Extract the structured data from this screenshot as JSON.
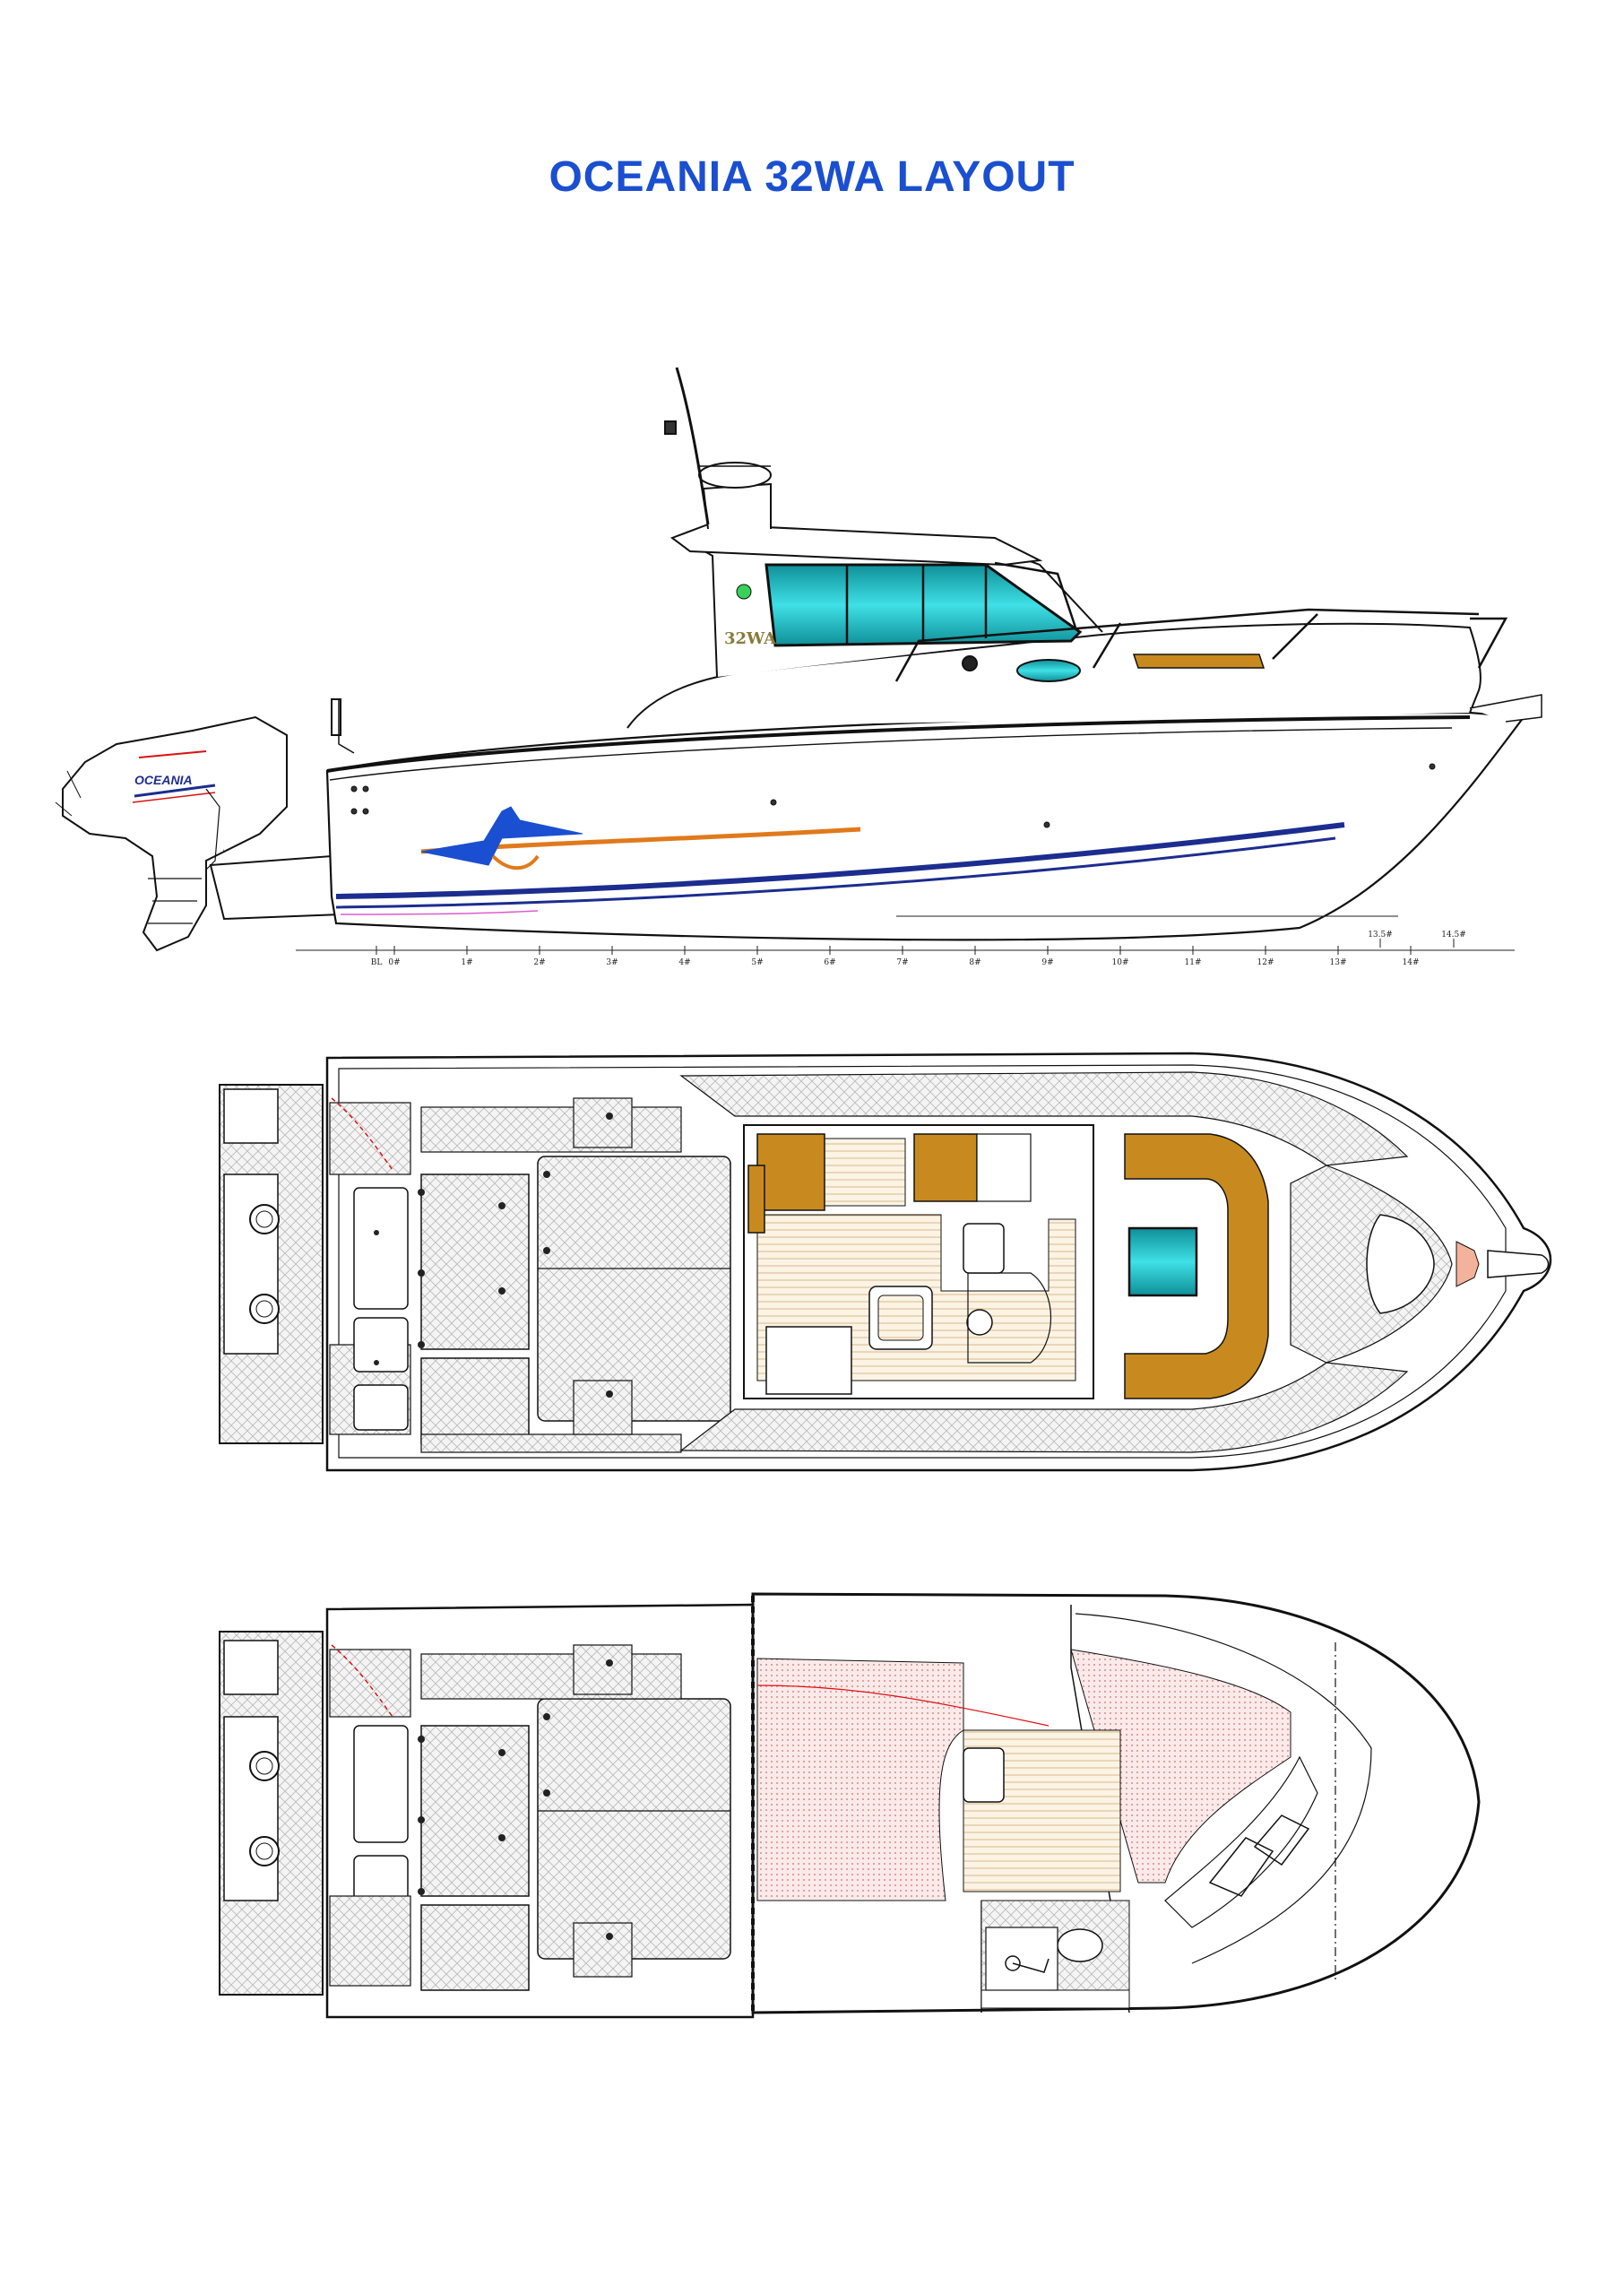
{
  "title": "OCEANIA 32WA LAYOUT",
  "hull_label": "32WA",
  "engine_brand": "OCEANIA",
  "station_labels": [
    "BL",
    "0#",
    "1#",
    "2#",
    "3#",
    "4#",
    "5#",
    "6#",
    "7#",
    "8#",
    "9#",
    "10#",
    "11#",
    "12#",
    "13#",
    "14#"
  ],
  "station_labels_upper": [
    "13.5#",
    "14.5#"
  ],
  "colors": {
    "title": "#1a4fd1",
    "glass": "#19c1c9",
    "cushion": "#c88a1e",
    "stripe_blue": "#1c2d8f",
    "stripe_orange": "#e07a1c",
    "berth": "#e9a8a8"
  }
}
